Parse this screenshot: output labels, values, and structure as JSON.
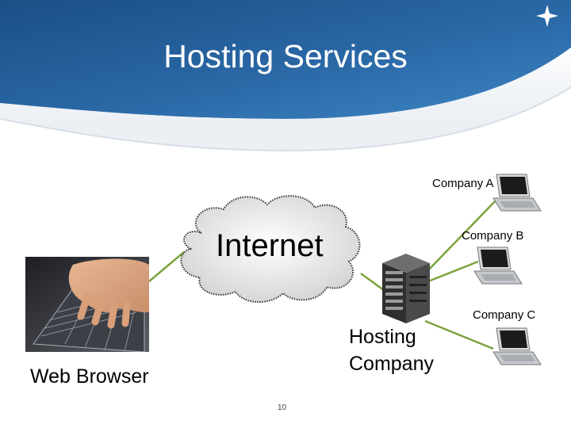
{
  "slide": {
    "title": "Hosting Services",
    "page_number": "10"
  },
  "diagram": {
    "cloud_label": "Internet",
    "server_label_line1": "Hosting",
    "server_label_line2": "Company",
    "client_label": "Web Browser",
    "companies": [
      {
        "label": "Company A"
      },
      {
        "label": "Company B"
      },
      {
        "label": "Company C"
      }
    ],
    "connector_color": "#7aa33a"
  }
}
